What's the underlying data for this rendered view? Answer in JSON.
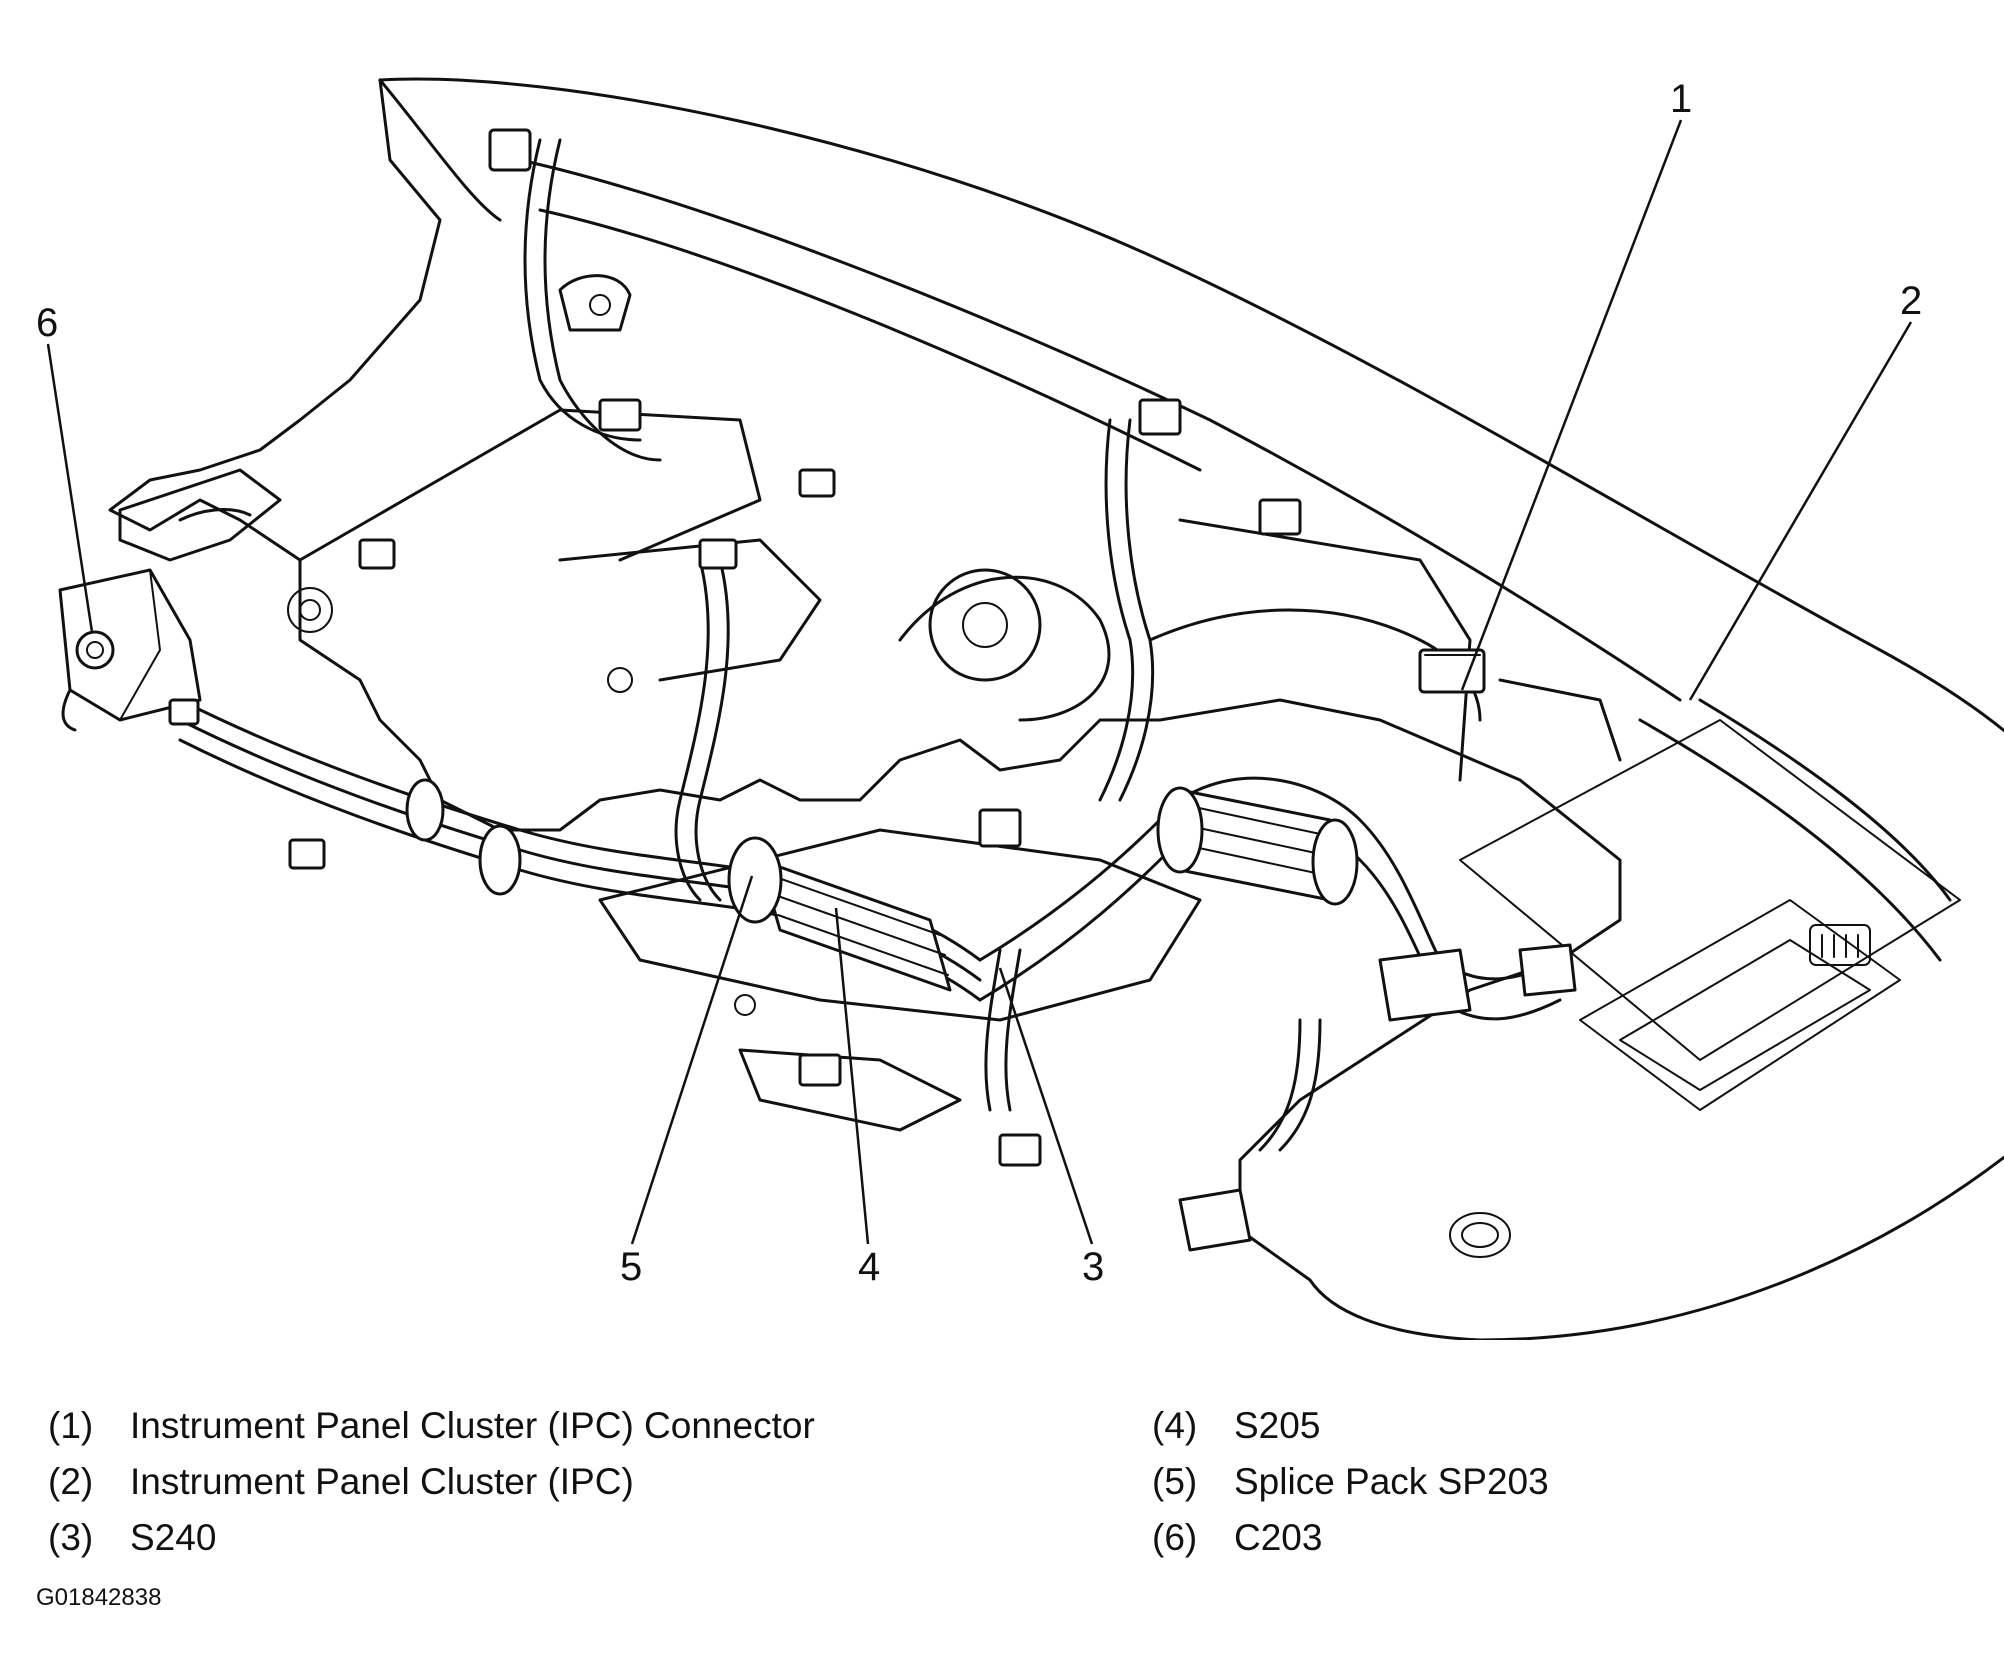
{
  "callouts": [
    {
      "id": "1",
      "label": "1"
    },
    {
      "id": "2",
      "label": "2"
    },
    {
      "id": "3",
      "label": "3"
    },
    {
      "id": "4",
      "label": "4"
    },
    {
      "id": "5",
      "label": "5"
    },
    {
      "id": "6",
      "label": "6"
    }
  ],
  "legend": {
    "left": [
      {
        "num": "(1)",
        "text": "Instrument Panel Cluster (IPC) Connector"
      },
      {
        "num": "(2)",
        "text": "Instrument Panel Cluster (IPC)"
      },
      {
        "num": "(3)",
        "text": "S240"
      }
    ],
    "right": [
      {
        "num": "(4)",
        "text": "S205"
      },
      {
        "num": "(5)",
        "text": "Splice Pack SP203"
      },
      {
        "num": "(6)",
        "text": "C203"
      }
    ]
  },
  "figure_id": "G01842838"
}
